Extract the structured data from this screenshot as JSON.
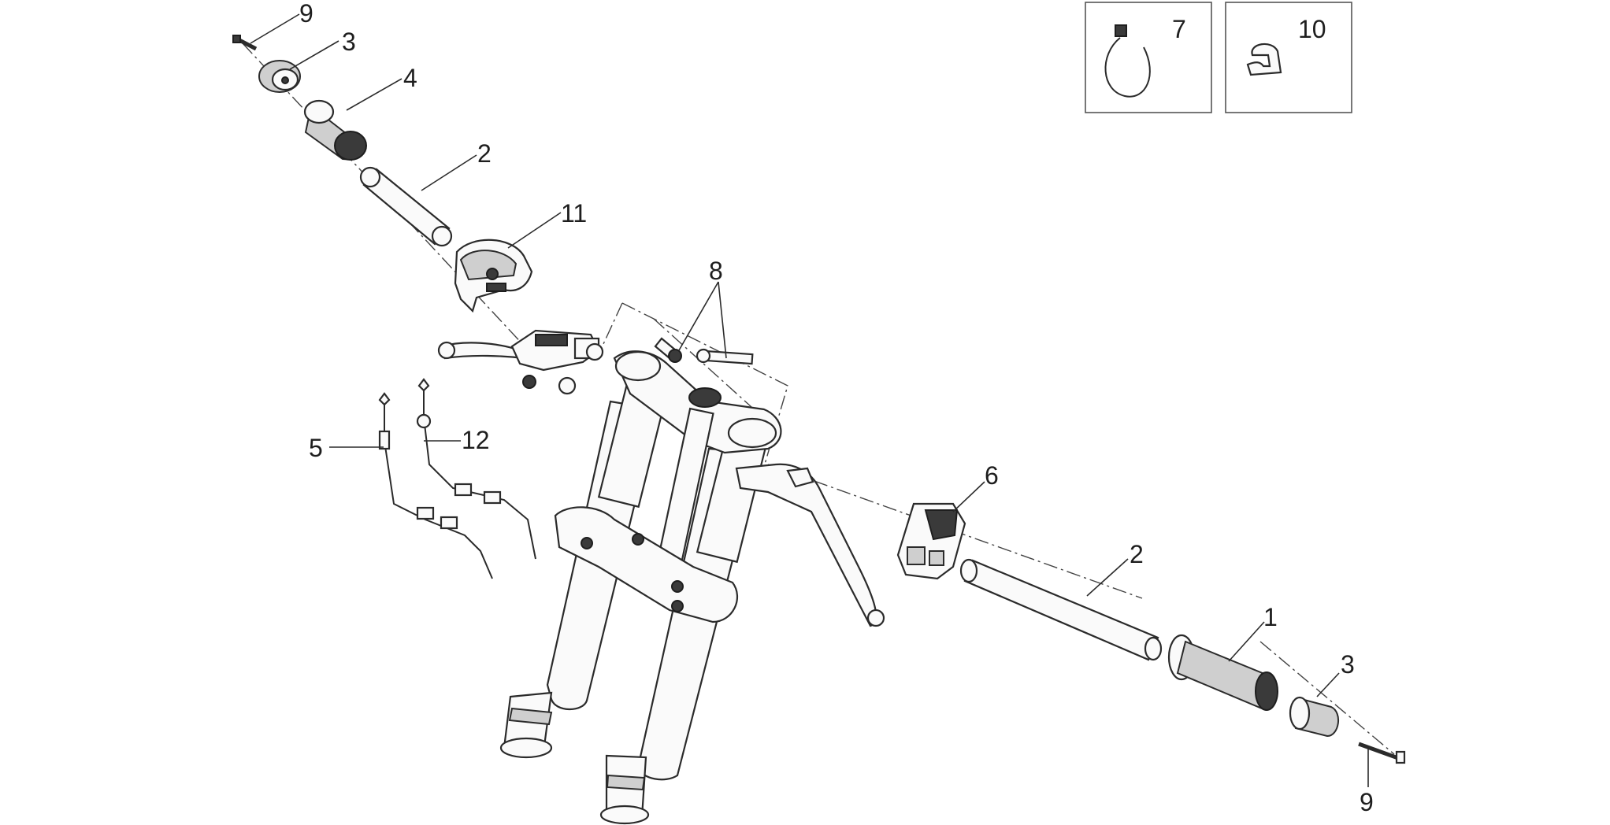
{
  "callouts": {
    "c1": "1",
    "c2_upper": "2",
    "c2_lower": "2",
    "c3_upper": "3",
    "c3_lower": "3",
    "c4": "4",
    "c5": "5",
    "c6": "6",
    "c7": "7",
    "c8": "8",
    "c9_upper": "9",
    "c9_lower": "9",
    "c10": "10",
    "c11": "11",
    "c12": "12"
  }
}
